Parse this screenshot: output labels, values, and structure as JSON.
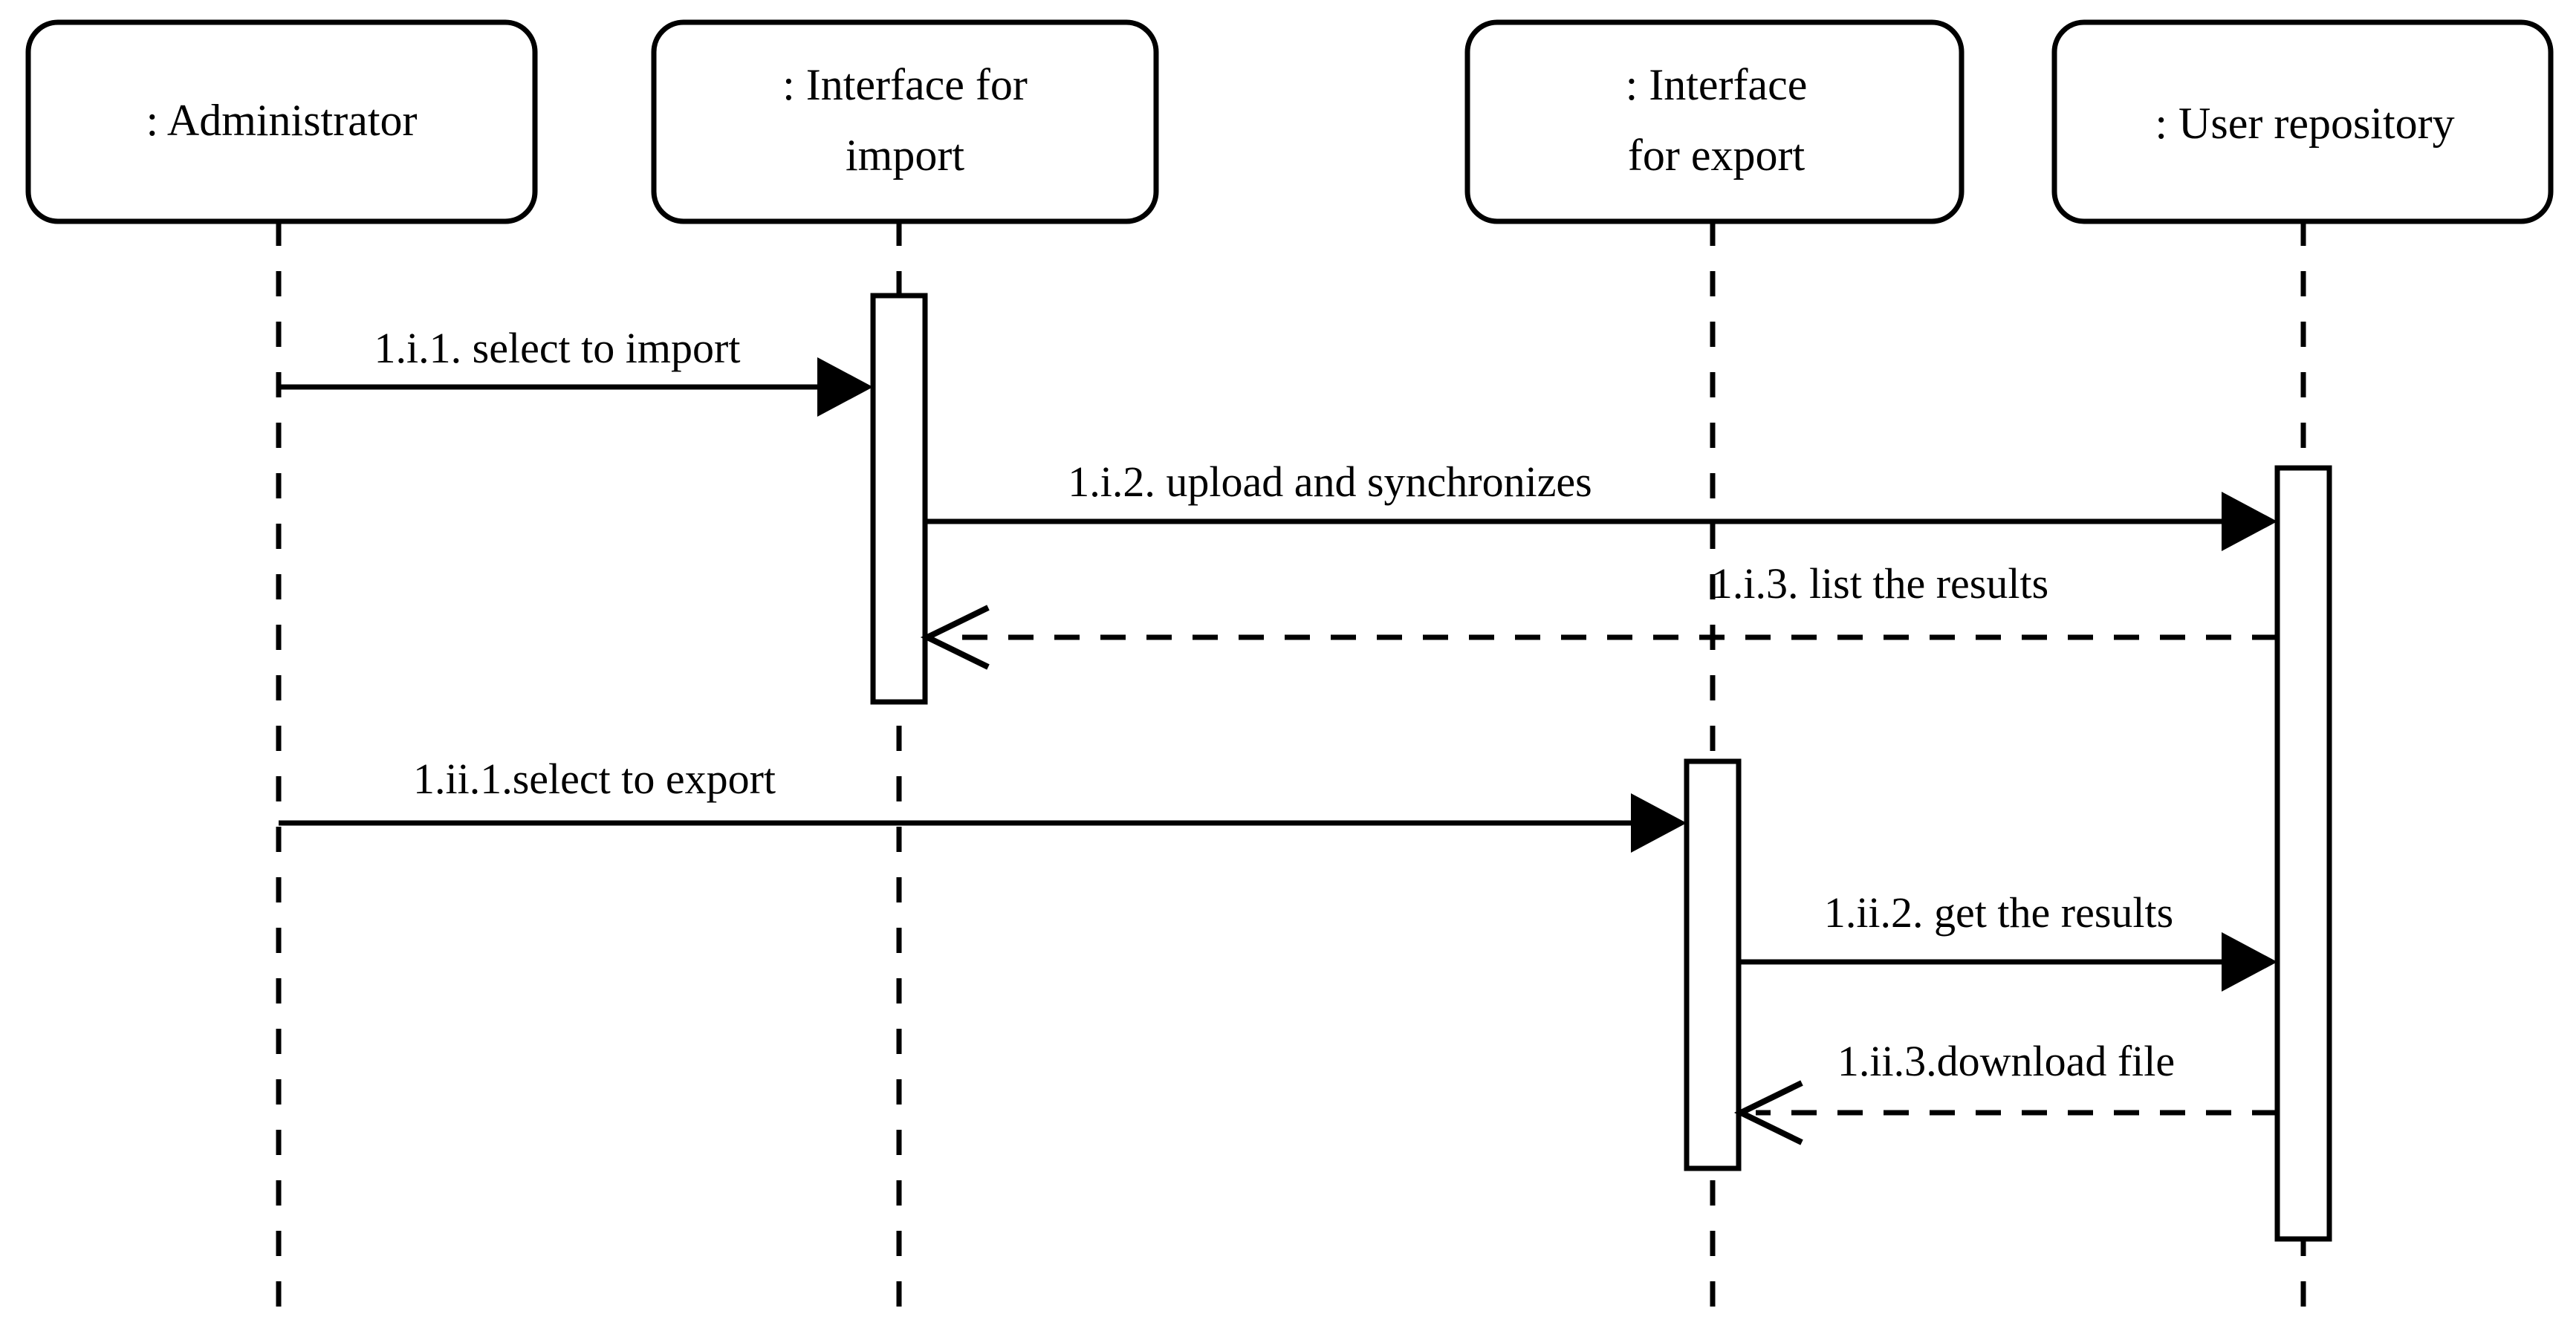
{
  "diagram": {
    "type": "uml-sequence-diagram",
    "background_color": "#ffffff",
    "line_color": "#000000",
    "lifelines": [
      {
        "id": "administrator",
        "label": "",
        "label_line1": ": Administrator",
        "label_line2": ""
      },
      {
        "id": "interface-import",
        "label": "",
        "label_line1": ": Interface for",
        "label_line2": "import"
      },
      {
        "id": "interface-export",
        "label": "",
        "label_line1": ": Interface",
        "label_line2": "for export"
      },
      {
        "id": "user-repository",
        "label": "",
        "label_line1": ": User repository",
        "label_line2": ""
      }
    ],
    "messages": [
      {
        "id": "m1",
        "label": "1.i.1. select to import",
        "from": "administrator",
        "to": "interface-import",
        "style": "solid",
        "arrow": "filled",
        "direction": "right"
      },
      {
        "id": "m2",
        "label": "1.i.2. upload and synchronizes",
        "from": "interface-import",
        "to": "user-repository",
        "style": "solid",
        "arrow": "filled",
        "direction": "right"
      },
      {
        "id": "m3",
        "label": "1.i.3. list the results",
        "from": "user-repository",
        "to": "interface-import",
        "style": "dashed",
        "arrow": "open",
        "direction": "left"
      },
      {
        "id": "m4",
        "label": "1.ii.1.select to export",
        "from": "administrator",
        "to": "interface-export",
        "style": "solid",
        "arrow": "filled",
        "direction": "right"
      },
      {
        "id": "m5",
        "label": "1.ii.2. get the results",
        "from": "interface-export",
        "to": "user-repository",
        "style": "solid",
        "arrow": "filled",
        "direction": "right"
      },
      {
        "id": "m6",
        "label": "1.ii.3.download file",
        "from": "user-repository",
        "to": "interface-export",
        "style": "dashed",
        "arrow": "open",
        "direction": "left"
      }
    ]
  }
}
